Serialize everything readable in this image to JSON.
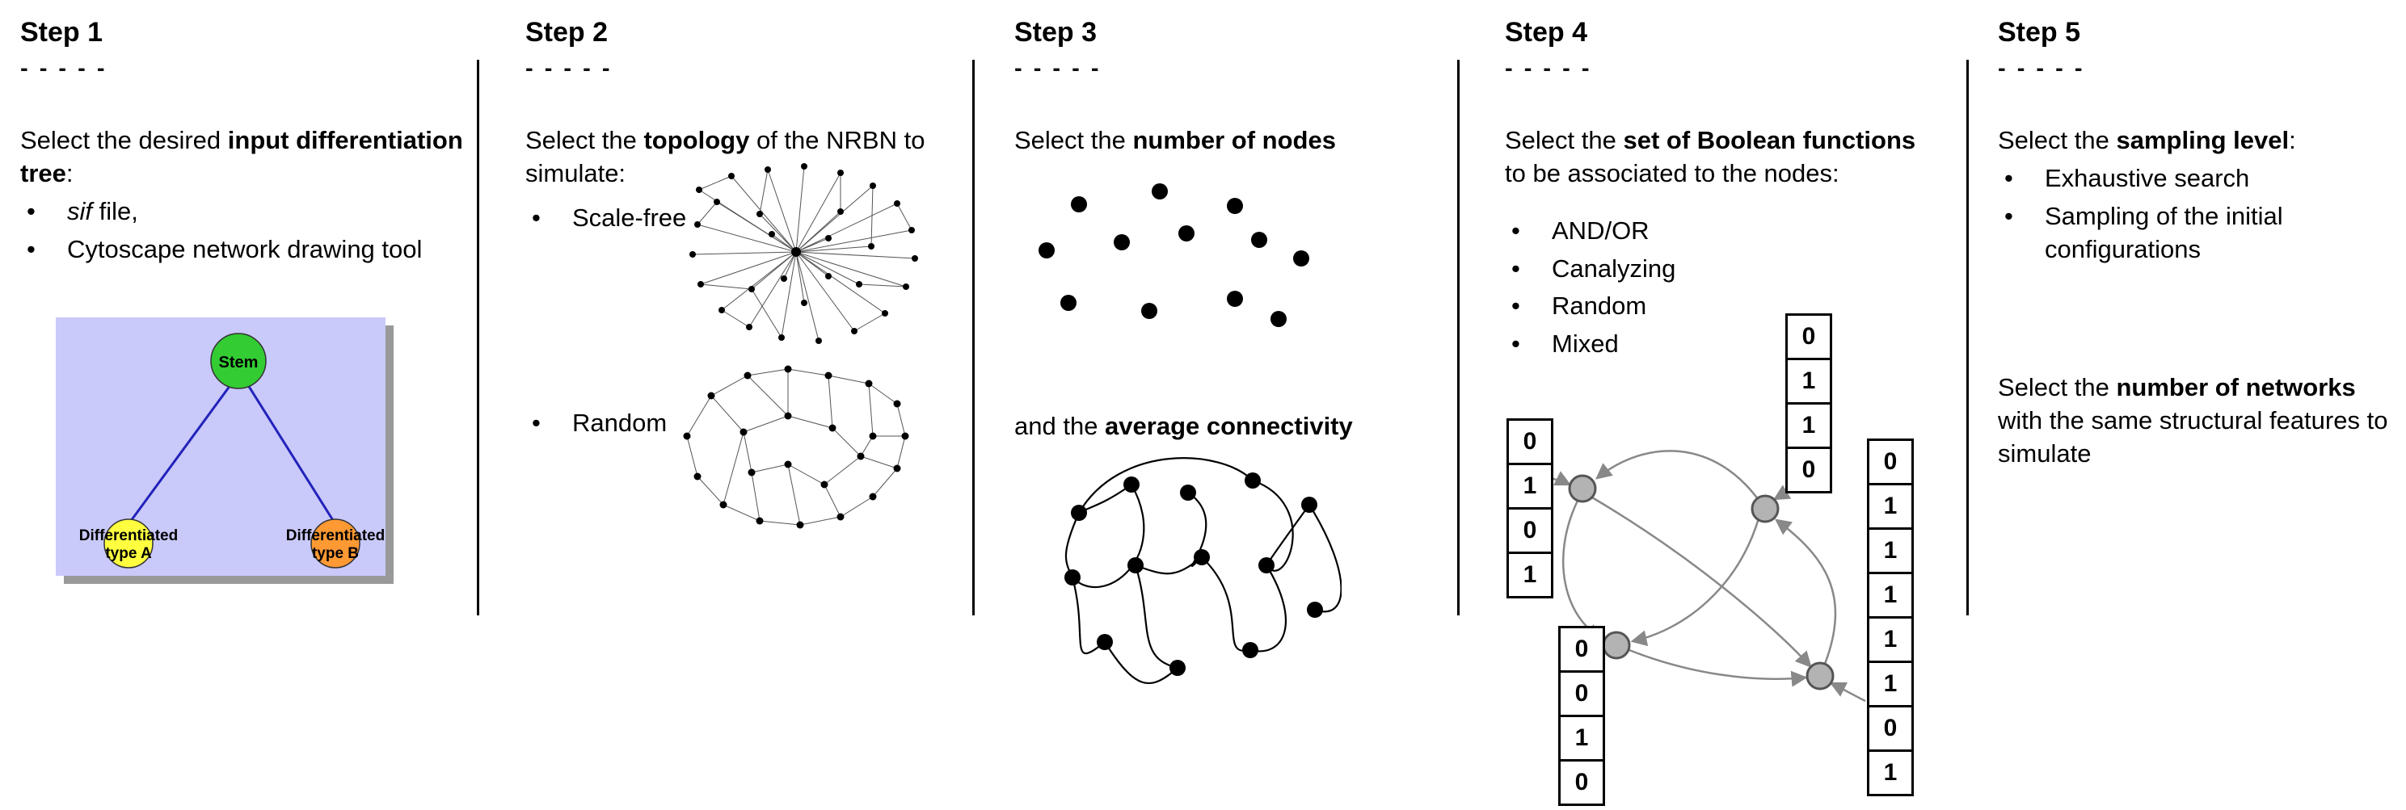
{
  "figure": {
    "background": "#ffffff",
    "divider_color": "#000000"
  },
  "steps": [
    {
      "title": "Step 1",
      "dashes": "- - - - -",
      "intro": {
        "pre": "Select the desired ",
        "bold": "input differentiation tree",
        "post": ":"
      },
      "bullet1": {
        "italic": "sif",
        "rest": " file,"
      },
      "bullet2": "Cytoscape network drawing tool",
      "tree": {
        "stem_label": "Stem",
        "type_a_line1": "Differentiated",
        "type_a_line2": "type A",
        "type_b_line1": "Differentiated",
        "type_b_line2": "type B",
        "colors": {
          "panel_bg": "#c9c9fa",
          "shadow": "#999999",
          "stem": "#33cc33",
          "type_a": "#ffff40",
          "type_b": "#ff9933",
          "edge": "#2222bb"
        }
      }
    },
    {
      "title": "Step 2",
      "dashes": "- - - - -",
      "intro": {
        "pre": "Select the ",
        "bold": "topology",
        "post": " of the NRBN to simulate:"
      },
      "bullets": [
        "Scale-free",
        "Random"
      ]
    },
    {
      "title": "Step 3",
      "dashes": "- - - - -",
      "intro": {
        "pre": "Select the ",
        "bold": "number of nodes",
        "post": ""
      },
      "second": {
        "pre": "and the ",
        "bold": "average connectivity",
        "post": ""
      }
    },
    {
      "title": "Step 4",
      "dashes": "- - - - -",
      "intro": {
        "pre": "Select the ",
        "bold": "set of Boolean functions",
        "post": " to be associated to the nodes:"
      },
      "bullets": [
        "AND/OR",
        "Canalyzing",
        "Random",
        "Mixed"
      ],
      "truth_tables": {
        "left": [
          "0",
          "1",
          "0",
          "1"
        ],
        "top": [
          "0",
          "1",
          "1",
          "0"
        ],
        "bottom_left": [
          "0",
          "0",
          "1",
          "0"
        ],
        "right": [
          "0",
          "1",
          "1",
          "1",
          "1",
          "1",
          "0",
          "1"
        ]
      }
    },
    {
      "title": "Step 5",
      "dashes": "- - - - -",
      "intro": {
        "pre": "Select the ",
        "bold": "sampling level",
        "post": ":"
      },
      "bullets": [
        "Exhaustive search",
        "Sampling of the initial configurations"
      ],
      "second": {
        "pre": "Select the ",
        "bold": "number of networks",
        "post": " with the same structural features to simulate"
      }
    }
  ]
}
